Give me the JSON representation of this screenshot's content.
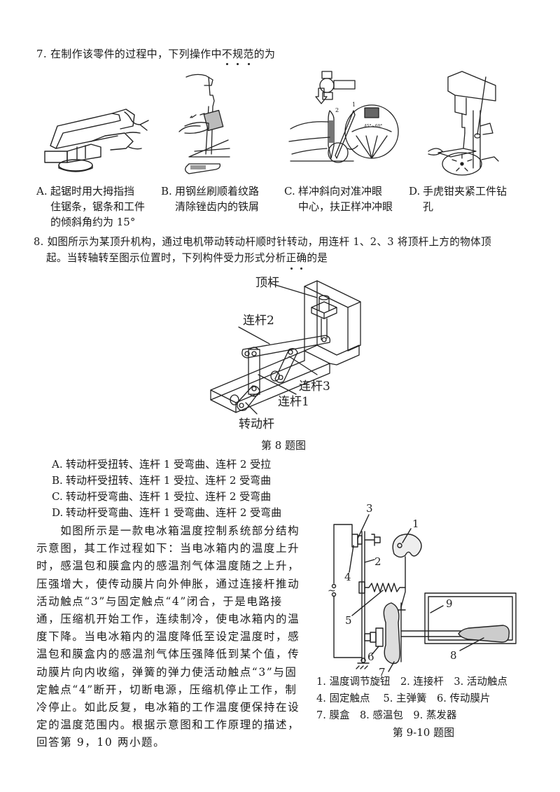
{
  "q7": {
    "stem_prefix": "7. 在制作该零件的过程中，下列操作中",
    "stem_emph": [
      "不",
      "规",
      "范"
    ],
    "stem_suffix": "的为",
    "images": [
      "hacksaw-in-vise",
      "wire-brush-file",
      "center-punch",
      "drill-press"
    ],
    "punch_angle_label": "45°~60°",
    "punch_labels": [
      "1",
      "2"
    ],
    "options": [
      {
        "letter": "A.",
        "lines": [
          "起锯时用大拇指挡",
          "住锯条，锯条和工件",
          "的倾斜角约为 15°"
        ]
      },
      {
        "letter": "B.",
        "lines": [
          "用钢丝刷顺着纹路",
          "清除锉齿内的铁屑"
        ]
      },
      {
        "letter": "C.",
        "lines": [
          "样冲斜向对准冲眼",
          "中心，扶正样冲冲眼"
        ]
      },
      {
        "letter": "D.",
        "lines": [
          "手虎钳夹紧工件钻",
          "孔"
        ]
      }
    ]
  },
  "q8": {
    "line1": "8. 如图所示为某顶升机构，通过电机带动转动杆顺时针转动，用连杆 1、2、3 将顶杆上方的物体顶",
    "line2_prefix": "起。当转轴转至图示位置时，下列构件受力形式分析",
    "line2_emph": [
      "正",
      "确"
    ],
    "line2_suffix": "的是",
    "figure": {
      "labels": {
        "top_rod": "顶杆",
        "link2": "连杆2",
        "link3": "连杆3",
        "link1": "连杆1",
        "rotating_rod": "转动杆"
      },
      "caption": "第 8 题图"
    },
    "options": [
      {
        "letter": "A.",
        "text": "转动杆受扭转、连杆 1 受弯曲、连杆 2 受拉"
      },
      {
        "letter": "B.",
        "text": "转动杆受扭转、连杆 1 受拉、连杆 2 受弯曲"
      },
      {
        "letter": "C.",
        "text": "转动杆受弯曲、连杆 1 受拉、连杆 2 受弯曲"
      },
      {
        "letter": "D.",
        "text": "转动杆受弯曲、连杆 1 受弯曲、连杆 2 受弯曲"
      }
    ]
  },
  "q9_10": {
    "paragraph_lines": [
      "　　如图所示是一款电冰箱温度控制系统部分结构",
      "示意图，其工作过程如下：当电冰箱内的温度上升",
      "时，感温包和膜盒内的感温剂气体温度随之上升，",
      "压强增大，使传动膜片向外伸胀，通过连接杆推动",
      "活动触点“3”与固定触点“4”闭合，于是电路接",
      "通，压缩机开始工作，连续制冷，使电冰箱内的温",
      "度下降。当电冰箱内的温度降低至设定温度时，感",
      "温包和膜盒内的感温剂气体压强降低到某个值，传",
      "动膜片向内收缩，弹簧的弹力使活动触点“3”与固",
      "定触点“4”断开，切断电源，压缩机停止工作，制",
      "冷停止。如此反复，电冰箱的工作温度便保持在设",
      "定的温度范围内。根据示意图和工作原理的描述，",
      "回答第 9，10 两小题。"
    ],
    "figure": {
      "part_numbers": [
        "1",
        "2",
        "3",
        "4",
        "5",
        "6",
        "7",
        "8",
        "9"
      ],
      "ac_symbol": "~",
      "legend_lines": [
        "1. 温度调节旋钮　2. 连接杆　3. 活动触点",
        "4. 固定触点　 5. 主弹簧　6. 传动膜片",
        "7. 膜盒　8. 感温包　9. 蒸发器"
      ],
      "caption": "第 9-10 题图"
    }
  }
}
